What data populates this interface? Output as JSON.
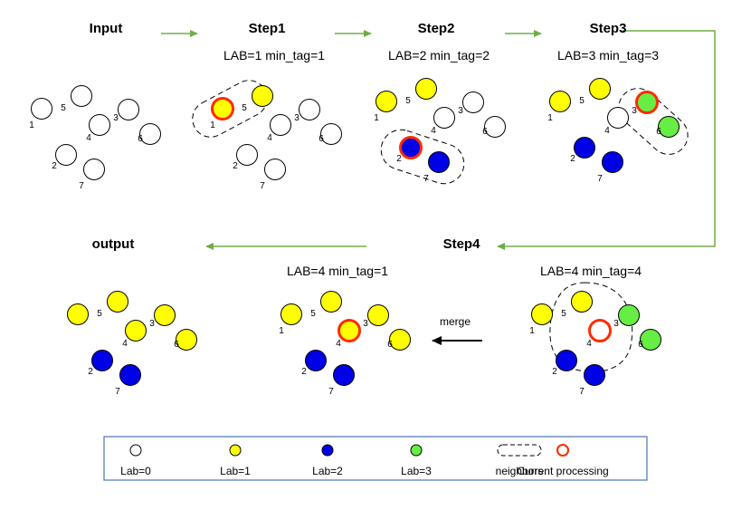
{
  "colors": {
    "lab0": "#ffffff",
    "lab1": "#ffff00",
    "lab2": "#0000e6",
    "lab3": "#66ee44",
    "current": "#ff2a00",
    "arrow": "#70ad47",
    "legend_border": "#4a74b4"
  },
  "panels": [
    {
      "id": "input",
      "title": "Input",
      "caption": "",
      "nodes": [
        [
          "1",
          "lab0",
          false
        ],
        [
          "5",
          "lab0",
          false
        ],
        [
          "3",
          "lab0",
          false
        ],
        [
          "4",
          "lab0",
          false
        ],
        [
          "6",
          "lab0",
          false
        ],
        [
          "2",
          "lab0",
          false
        ],
        [
          "7",
          "lab0",
          false
        ]
      ]
    },
    {
      "id": "step1",
      "title": "Step1",
      "caption": "LAB=1  min_tag=1",
      "nodes": [
        [
          "1",
          "lab1",
          true
        ],
        [
          "5",
          "lab1",
          false
        ],
        [
          "3",
          "lab0",
          false
        ],
        [
          "4",
          "lab0",
          false
        ],
        [
          "6",
          "lab0",
          false
        ],
        [
          "2",
          "lab0",
          false
        ],
        [
          "7",
          "lab0",
          false
        ]
      ]
    },
    {
      "id": "step2",
      "title": "Step2",
      "caption": "LAB=2  min_tag=2",
      "nodes": [
        [
          "1",
          "lab1",
          false
        ],
        [
          "5",
          "lab1",
          false
        ],
        [
          "3",
          "lab0",
          false
        ],
        [
          "4",
          "lab0",
          false
        ],
        [
          "6",
          "lab0",
          false
        ],
        [
          "2",
          "lab2",
          true
        ],
        [
          "7",
          "lab2",
          false
        ]
      ]
    },
    {
      "id": "step3",
      "title": "Step3",
      "caption": "LAB=3  min_tag=3",
      "nodes": [
        [
          "1",
          "lab1",
          false
        ],
        [
          "5",
          "lab1",
          false
        ],
        [
          "3",
          "lab3",
          true
        ],
        [
          "4",
          "lab0",
          false
        ],
        [
          "6",
          "lab3",
          false
        ],
        [
          "2",
          "lab2",
          false
        ],
        [
          "7",
          "lab2",
          false
        ]
      ]
    },
    {
      "id": "step4",
      "title": "Step4",
      "caption": "LAB=4  min_tag=4",
      "nodes": [
        [
          "1",
          "lab1",
          false
        ],
        [
          "5",
          "lab1",
          false
        ],
        [
          "3",
          "lab3",
          false
        ],
        [
          "4",
          "lab0",
          true
        ],
        [
          "6",
          "lab3",
          false
        ],
        [
          "2",
          "lab2",
          false
        ],
        [
          "7",
          "lab2",
          false
        ]
      ]
    },
    {
      "id": "merged",
      "title": "",
      "caption": "LAB=4  min_tag=1",
      "nodes": [
        [
          "1",
          "lab1",
          false
        ],
        [
          "5",
          "lab1",
          false
        ],
        [
          "3",
          "lab1",
          false
        ],
        [
          "4",
          "lab1",
          true
        ],
        [
          "6",
          "lab1",
          false
        ],
        [
          "2",
          "lab2",
          false
        ],
        [
          "7",
          "lab2",
          false
        ]
      ]
    },
    {
      "id": "output",
      "title": "output",
      "caption": "",
      "nodes": [
        [
          "",
          "lab1",
          false
        ],
        [
          "5",
          "lab1",
          false
        ],
        [
          "3",
          "lab1",
          false
        ],
        [
          "4",
          "lab1",
          false
        ],
        [
          "6",
          "lab1",
          false
        ],
        [
          "2",
          "lab2",
          false
        ],
        [
          "7",
          "lab2",
          false
        ]
      ]
    }
  ],
  "merge_label": "merge",
  "legend": [
    {
      "label": "Lab=0",
      "kind": "lab0"
    },
    {
      "label": "Lab=1",
      "kind": "lab1"
    },
    {
      "label": "Lab=2",
      "kind": "lab2"
    },
    {
      "label": "Lab=3",
      "kind": "lab3"
    },
    {
      "label": "neighbors",
      "kind": "neighbors"
    },
    {
      "label": "Current processing",
      "kind": "current"
    }
  ]
}
